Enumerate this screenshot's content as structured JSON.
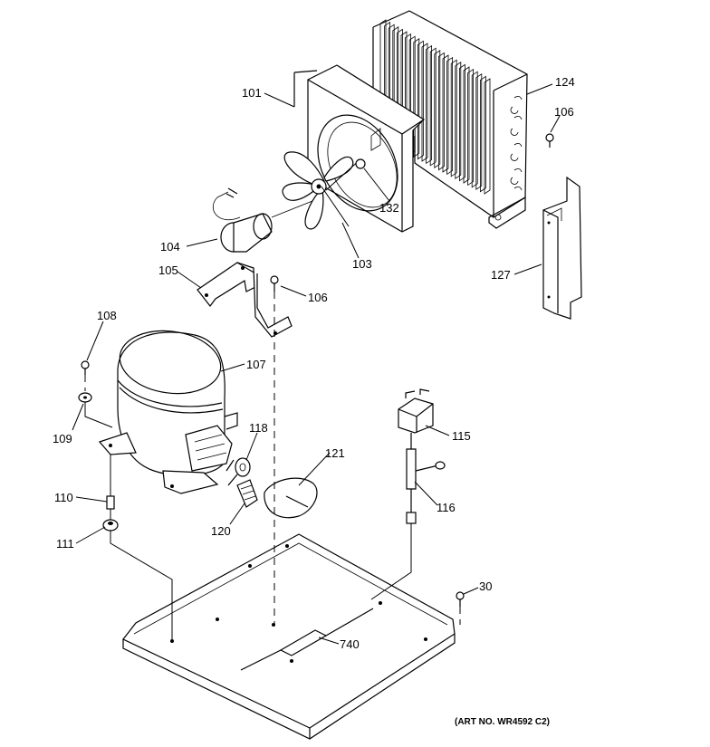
{
  "labels": {
    "p101": "101",
    "p124": "124",
    "p106a": "106",
    "p132": "132",
    "p104": "104",
    "p103": "103",
    "p105": "105",
    "p106b": "106",
    "p127": "127",
    "p108": "108",
    "p107": "107",
    "p109": "109",
    "p118": "118",
    "p115": "115",
    "p121": "121",
    "p110": "110",
    "p116": "116",
    "p120": "120",
    "p111": "111",
    "p30": "30",
    "p740": "740"
  },
  "art_number": "(ART NO. WR4592 C2)"
}
